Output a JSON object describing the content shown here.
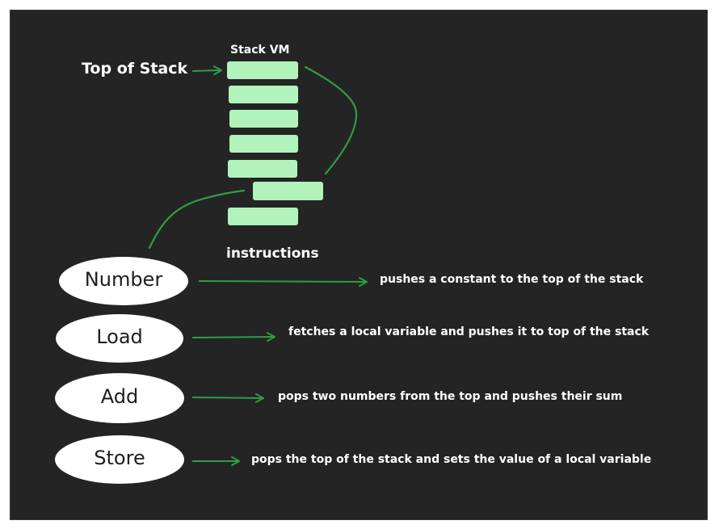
{
  "title": "Stack VM",
  "top_of_stack_label": "Top of Stack",
  "instructions_label": "instructions",
  "colors": {
    "background": "#242424",
    "stack_cell": "#b2f2bb",
    "arrow": "#2f9e44",
    "pill": "#ffffff",
    "text": "#ffffff"
  },
  "instructions": [
    {
      "name": "Number",
      "description": "pushes a constant to the top of the stack"
    },
    {
      "name": "Load",
      "description": "fetches a local variable and pushes it to top of the stack"
    },
    {
      "name": "Add",
      "description": "pops two numbers from the top and pushes their sum"
    },
    {
      "name": "Store",
      "description": "pops the top of the stack and sets the value of a local variable"
    }
  ]
}
